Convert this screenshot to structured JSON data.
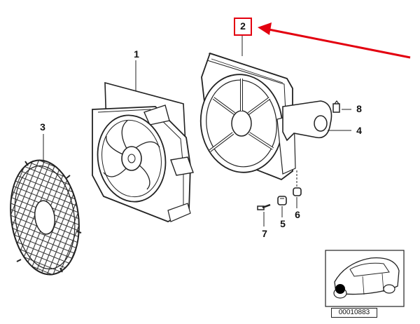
{
  "callouts": {
    "c1": "1",
    "c2": "2",
    "c3": "3",
    "c4": "4",
    "c5": "5",
    "c6": "6",
    "c7": "7",
    "c8": "8"
  },
  "reference_code": "00010883",
  "colors": {
    "highlight": "#e3000f",
    "line": "#222222"
  }
}
